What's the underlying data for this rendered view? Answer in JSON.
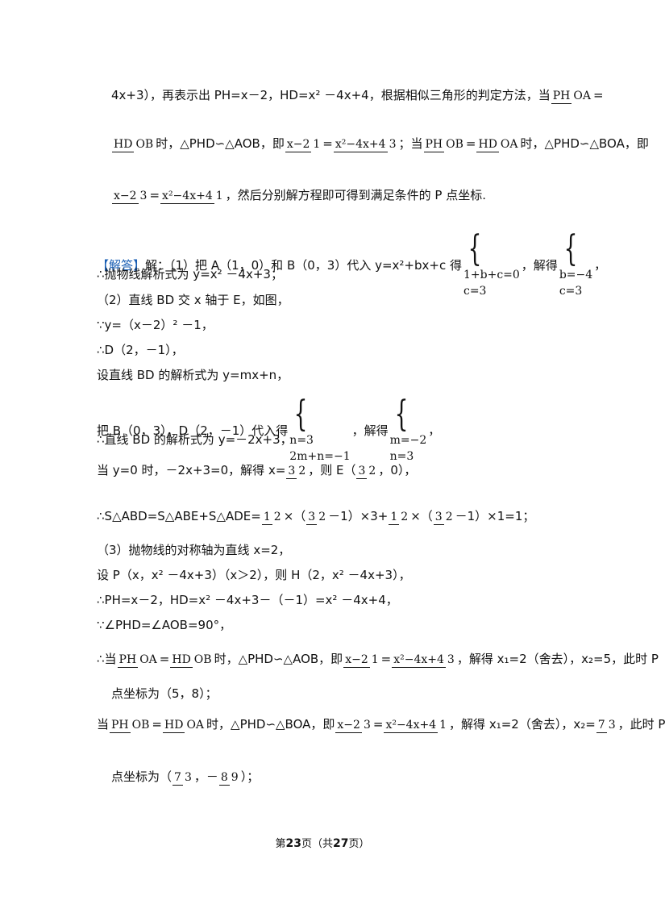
{
  "lines": {
    "l1a": "4x+3），再表示出 PH=x－2，HD=x² －4x+4，根据相似三角形的判定方法，当",
    "l2a": "时，△PHD∽△AOB，即",
    "l2b": "；当",
    "l2c": "时，△PHD∽△BOA，即",
    "l3a": "，然后分别解方程即可得到满足条件的 P 点坐标.",
    "l4tag": "【解答】",
    "l4a": "解：（1）把 A（1，0）和 B（0，3）代入 y=x²+bx+c 得",
    "l4b": "，解得",
    "l5": "∴抛物线解析式为 y=x² －4x+3；",
    "l6": "（2）直线 BD 交 x 轴于 E，如图，",
    "l7": "∵y=（x－2）² －1，",
    "l8": "∴D（2，－1），",
    "l9": "设直线 BD 的解析式为 y=mx+n，",
    "l10a": "把 B（0，3），D（2，－1）代入得",
    "l10b": "，解得",
    "l11": "∴直线 BD 的解析式为 y=－2x+3，",
    "l12a": "当 y=0 时，－2x+3=0，解得 x=",
    "l12b": "，则 E（",
    "l12c": "，0），",
    "l13a": "∴S△ABD=S△ABE+S△ADE=",
    "l13b": "×（",
    "l13c": "－1）×3+",
    "l13d": "×（",
    "l13e": "－1）×1=1；",
    "l14": "（3）抛物线的对称轴为直线 x=2，",
    "l15": "设 P（x，x² －4x+3）（x＞2），则 H（2，x² －4x+3），",
    "l16": "∴PH=x－2，HD=x² －4x+3－（－1）=x² －4x+4，",
    "l17": "∵∠PHD=∠AOB=90°，",
    "l18a": "∴当",
    "l18b": "时，△PHD∽△AOB，即",
    "l18c": "，解得 x₁=2（舍去），x₂=5，此时 P",
    "l19": "点坐标为（5，8）；",
    "l20a": "当",
    "l20b": "时，△PHD∽△BOA，即",
    "l20c": "，解得 x₁=2（舍去），x₂=",
    "l20d": "，此时 P",
    "l21a": "点坐标为（",
    "l21b": "，－",
    "l21c": "）；"
  },
  "fractions": {
    "PH_OA": {
      "n": "PH",
      "d": "OA"
    },
    "HD_OB": {
      "n": "HD",
      "d": "OB"
    },
    "PH_OB": {
      "n": "PH",
      "d": "OB"
    },
    "HD_OA": {
      "n": "HD",
      "d": "OA"
    },
    "xm2_1": {
      "n": "x−2",
      "d": "1"
    },
    "xm2_3": {
      "n": "x−2",
      "d": "3"
    },
    "quad_3": {
      "n": "x²−4x+4",
      "d": "3"
    },
    "quad_1": {
      "n": "x²−4x+4",
      "d": "1"
    },
    "three_half": {
      "n": "3",
      "d": "2"
    },
    "one_half": {
      "n": "1",
      "d": "2"
    },
    "seven_third": {
      "n": "7",
      "d": "3"
    },
    "eight_ninth": {
      "n": "8",
      "d": "9"
    }
  },
  "systems": {
    "sys1": [
      "1+b+c=0",
      "c=3"
    ],
    "sol1": [
      "b=−4",
      "c=3"
    ],
    "sys2": [
      "n=3",
      "2m+n=−1"
    ],
    "sol2": [
      "m=−2",
      "n=3"
    ]
  },
  "footer": {
    "prefix": "第",
    "page": "23",
    "mid": "页（共",
    "total": "27",
    "suffix": "页）"
  }
}
